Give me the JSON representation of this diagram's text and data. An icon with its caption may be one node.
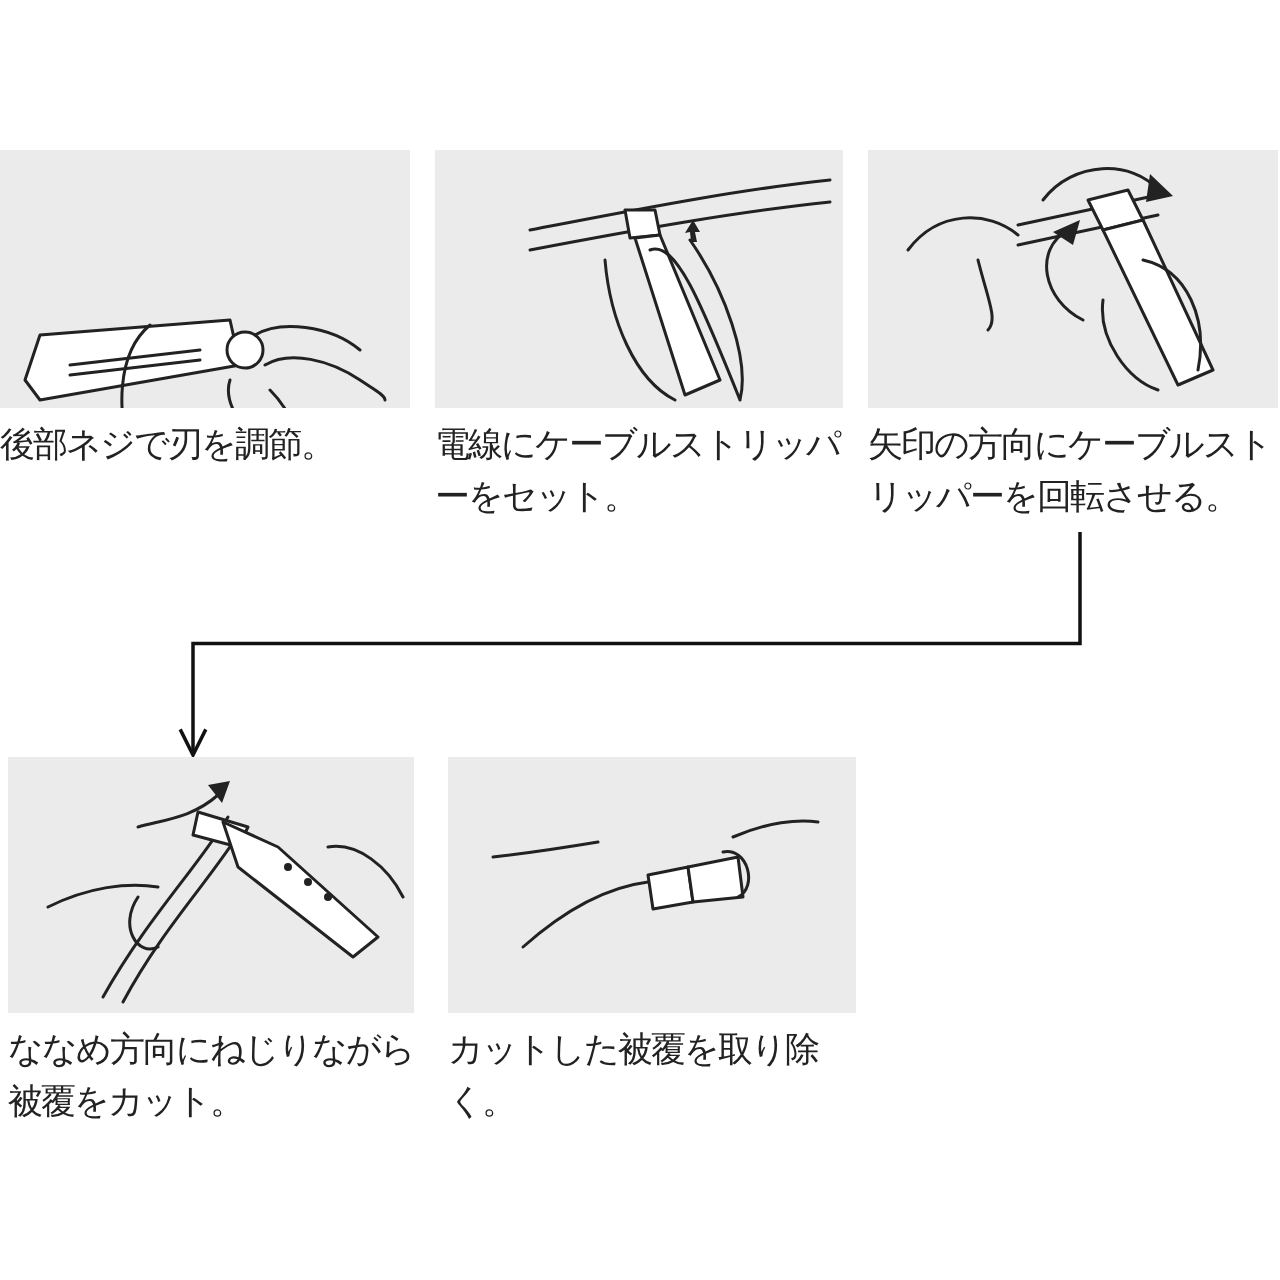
{
  "diagram": {
    "nodes": [
      {
        "text": [
          "後部ネジで刃を調節。"
        ]
      },
      {
        "text": [
          "電線にケーブルストリッパーをセット。"
        ]
      },
      {
        "text": [
          "矢印の方向にケーブルストリッパーを回転させる。"
        ]
      },
      {
        "text": [
          "ななめ方向にねじりながら被覆をカット。"
        ]
      },
      {
        "text": [
          "カットした被覆を取り除く。"
        ]
      }
    ],
    "edges": [
      {
        "from": 2,
        "to": 3,
        "arrow": "to"
      }
    ]
  }
}
